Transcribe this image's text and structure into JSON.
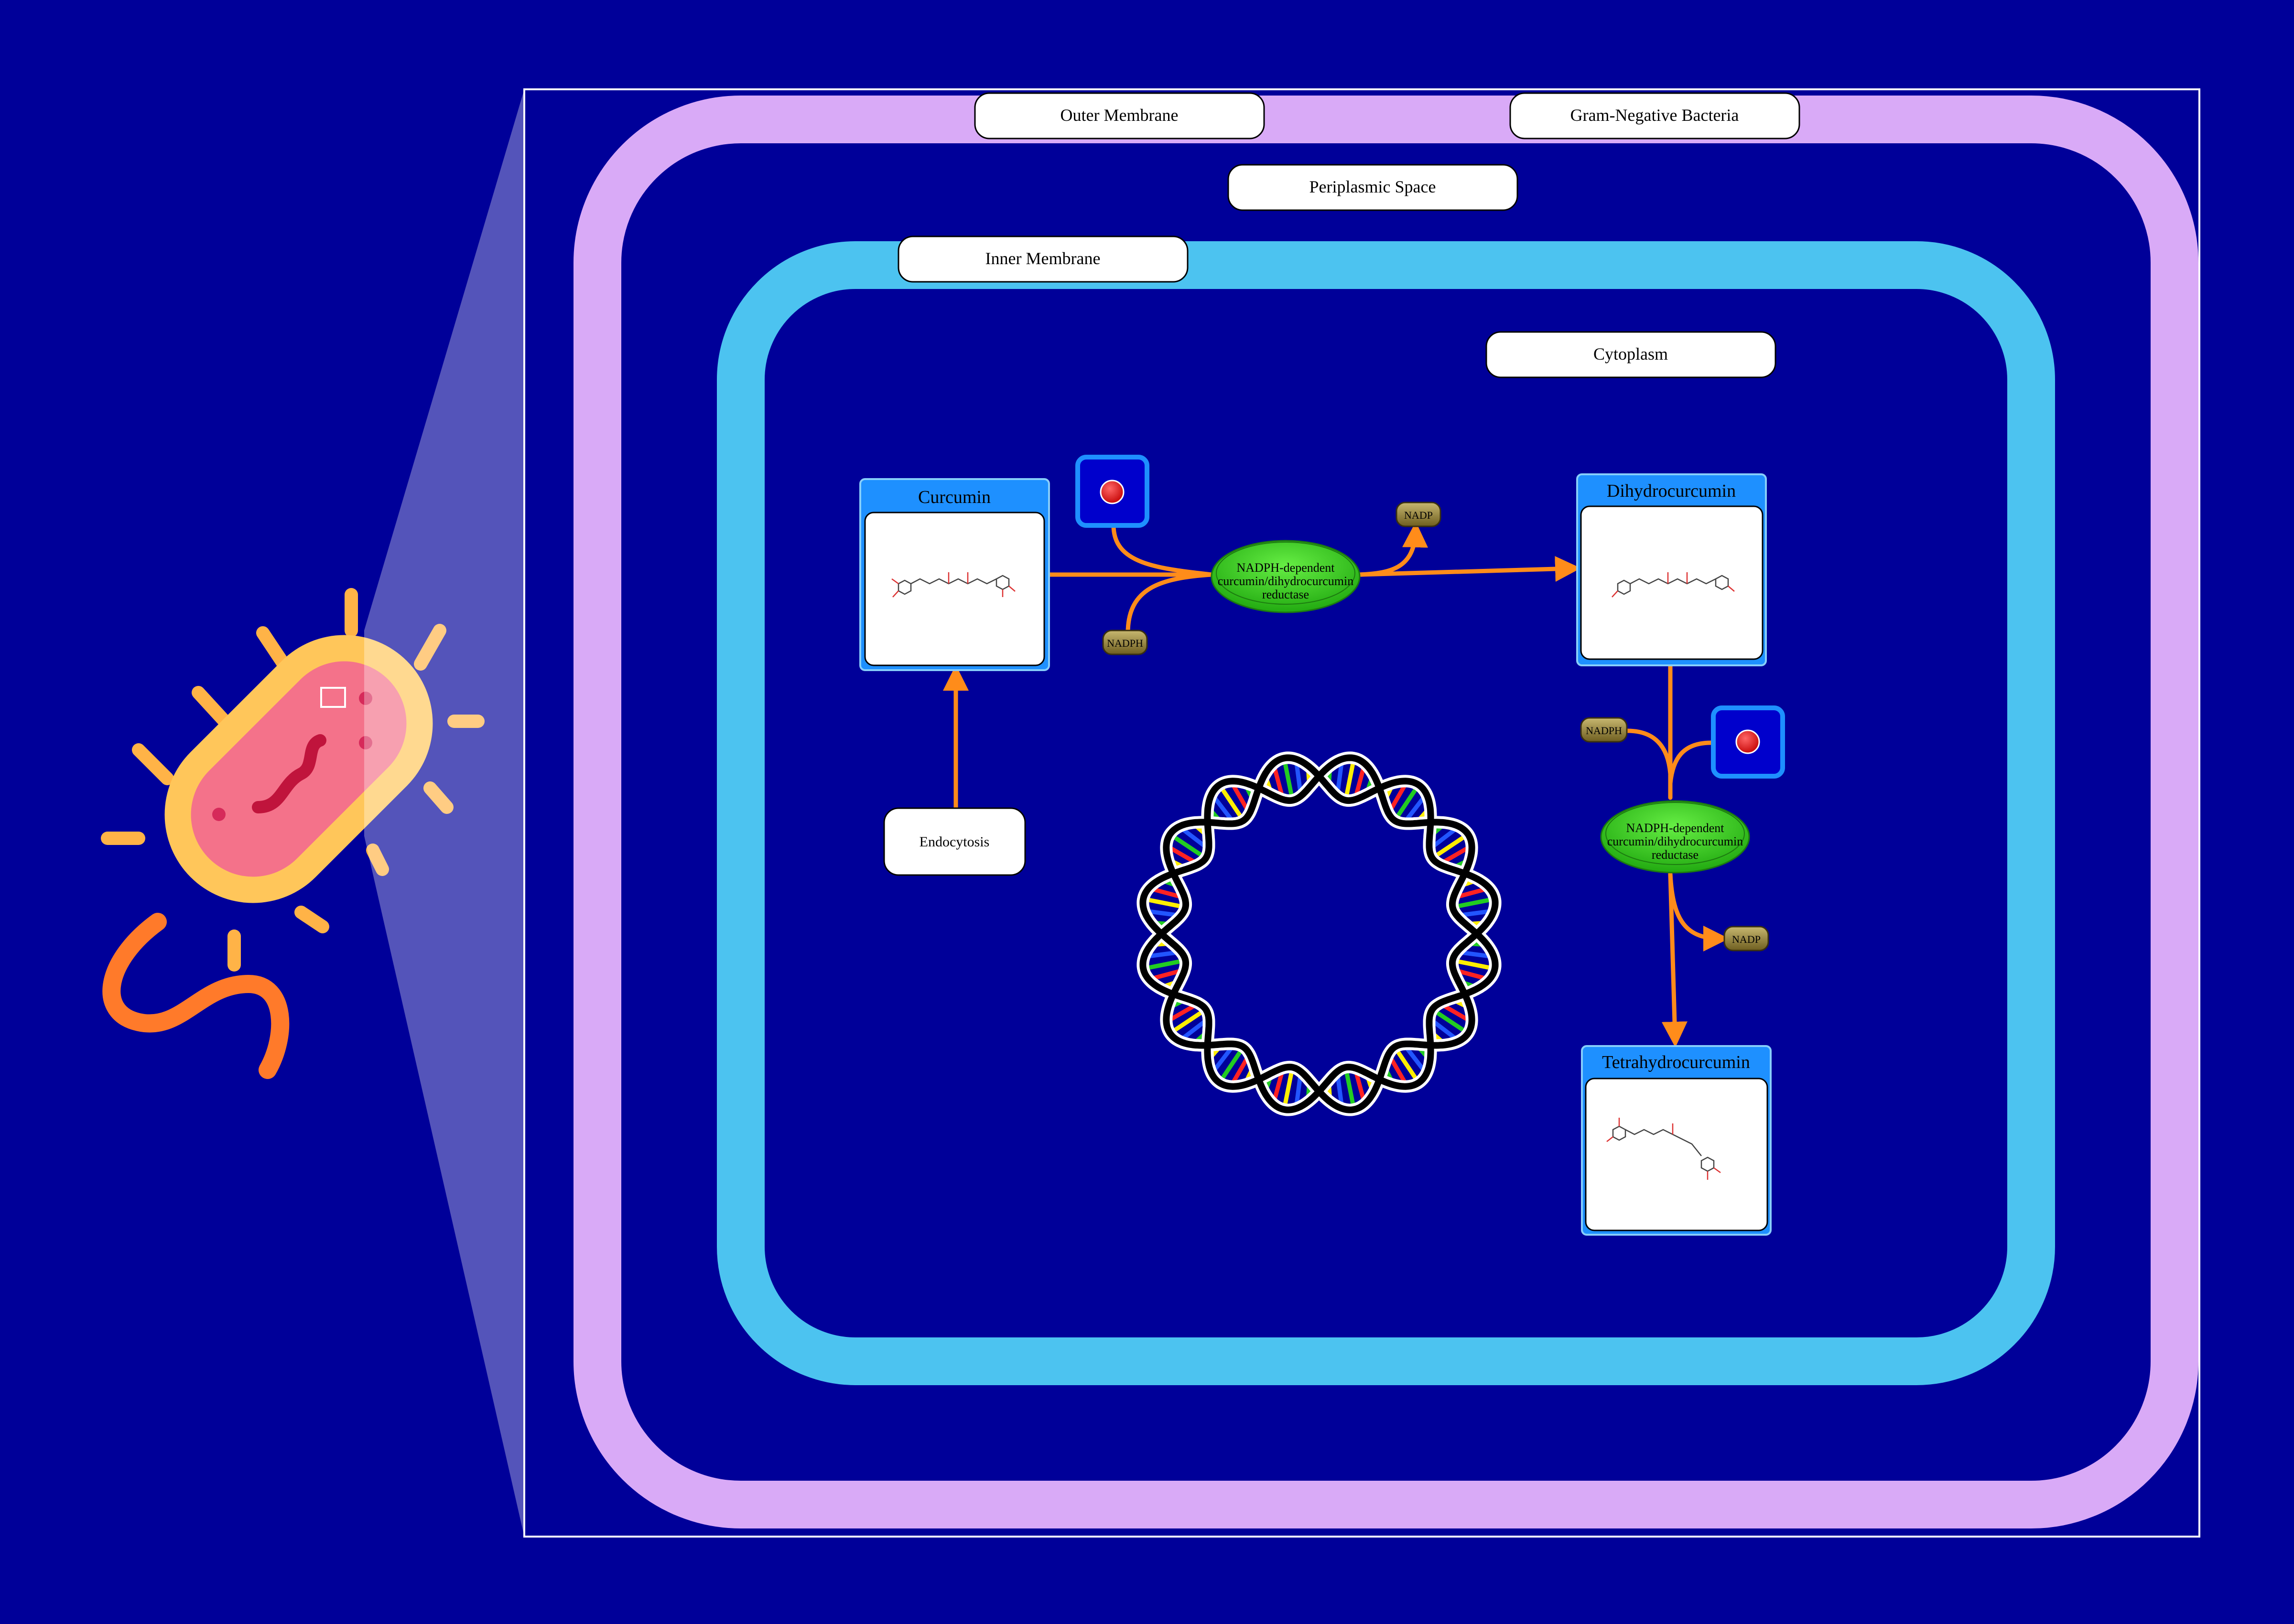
{
  "title": "Gram-Negative Bacteria",
  "compartments": {
    "outer_membrane": "Outer Membrane",
    "periplasm": "Periplasmic Space",
    "inner_membrane": "Inner Membrane",
    "cytoplasm": "Cytoplasm"
  },
  "compounds": {
    "curcumin": "Curcumin",
    "dihydrocurcumin": "Dihydrocurcumin",
    "tetrahydrocurcumin": "Tetrahydrocurcumin"
  },
  "enzyme": {
    "line1": "NADPH-dependent",
    "line2": "curcumin/dihydrocurcumin",
    "line3": "reductase"
  },
  "cofactors": {
    "nadph": "NADPH",
    "nadp": "NADP"
  },
  "transport": {
    "endocytosis": "Endocytosis"
  },
  "colors": {
    "background": "#000099",
    "outer_membrane": "#D9AAF7",
    "inner_membrane": "#4CC3F0",
    "arrow": "#FF8C1A",
    "enzyme": "#33CC22",
    "compound_header": "#1E90FF",
    "cofactor": "#8B7B3A"
  }
}
